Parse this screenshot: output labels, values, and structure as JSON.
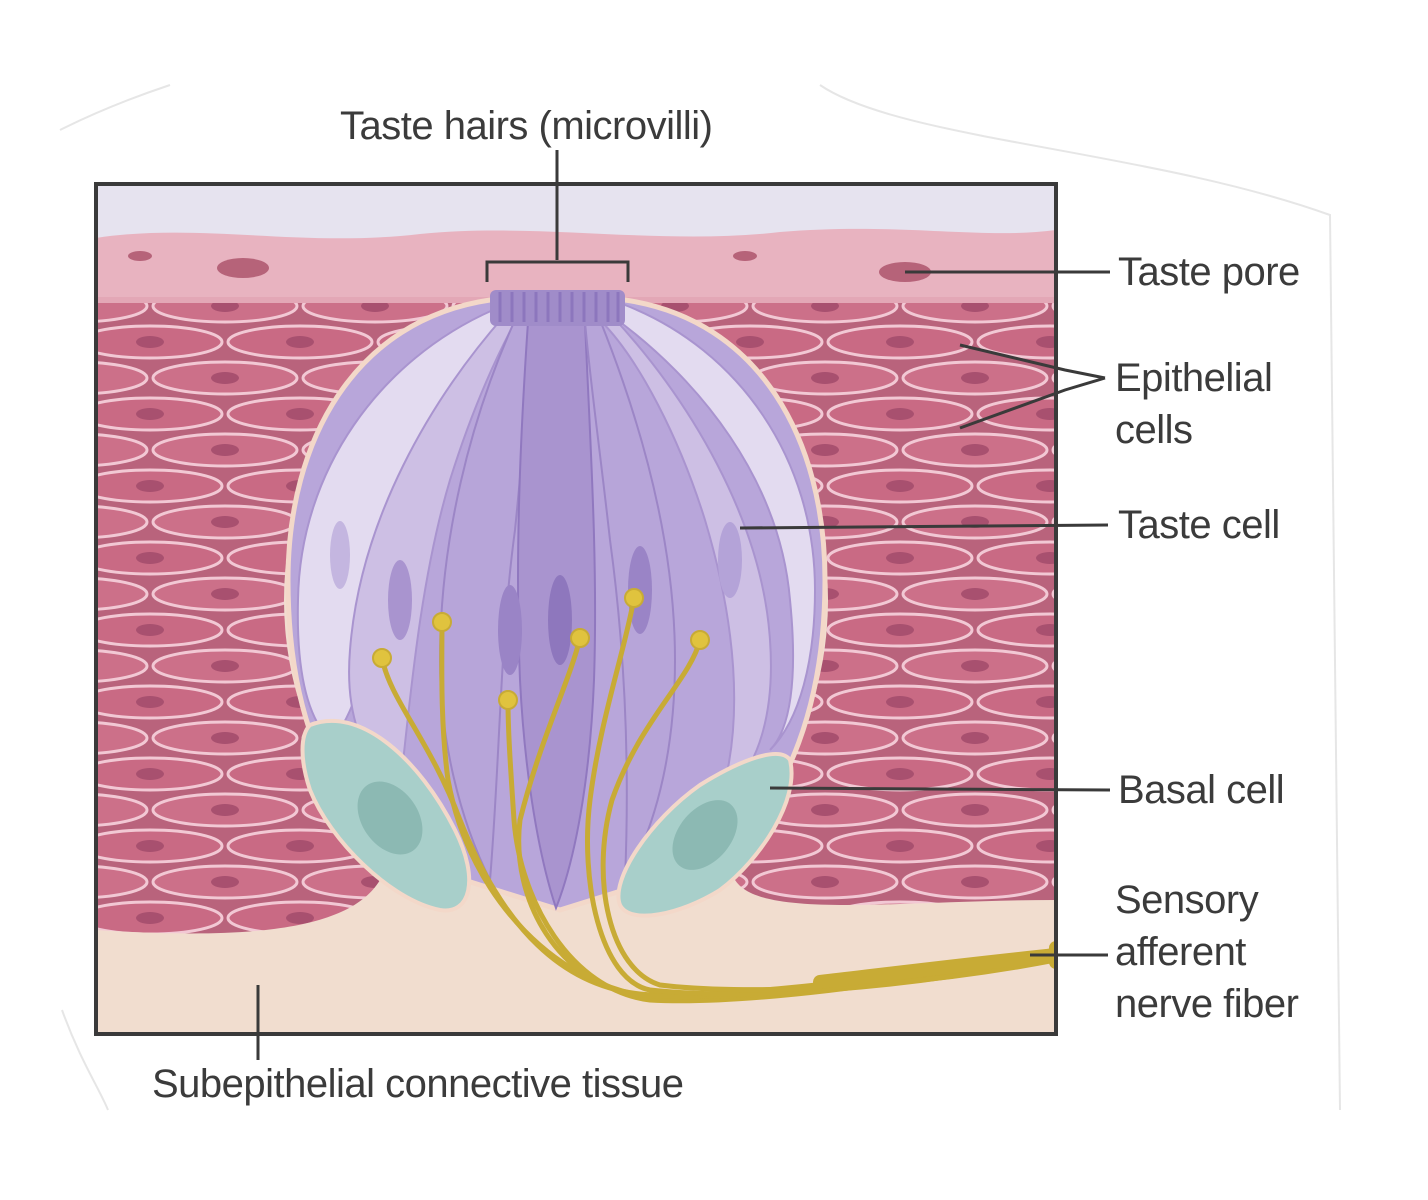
{
  "labels": {
    "taste_hairs": "Taste hairs (microvilli)",
    "taste_pore": "Taste pore",
    "epithelial_cells": "Epithelial cells",
    "taste_cell": "Taste cell",
    "basal_cell": "Basal cell",
    "sensory_nerve": "Sensory afferent nerve fiber",
    "subepithelial": "Subepithelial connective tissue"
  },
  "colors": {
    "surface_layer": "#e9dbe8",
    "mucosa": "#e8b3c0",
    "epithelium": "#c87a8e",
    "cell_fill": "#ca6f88",
    "cell_outline": "#f0c6d2",
    "nucleus": "#a8506f",
    "taste_cell": "#cbbde3",
    "taste_cell_dark": "#a994cf",
    "basal_cell": "#a8cfca",
    "connective": "#f1ddcf",
    "nerve": "#c8ab35",
    "label_text": "#3b3b3b",
    "frame": "#3a3a3a"
  }
}
